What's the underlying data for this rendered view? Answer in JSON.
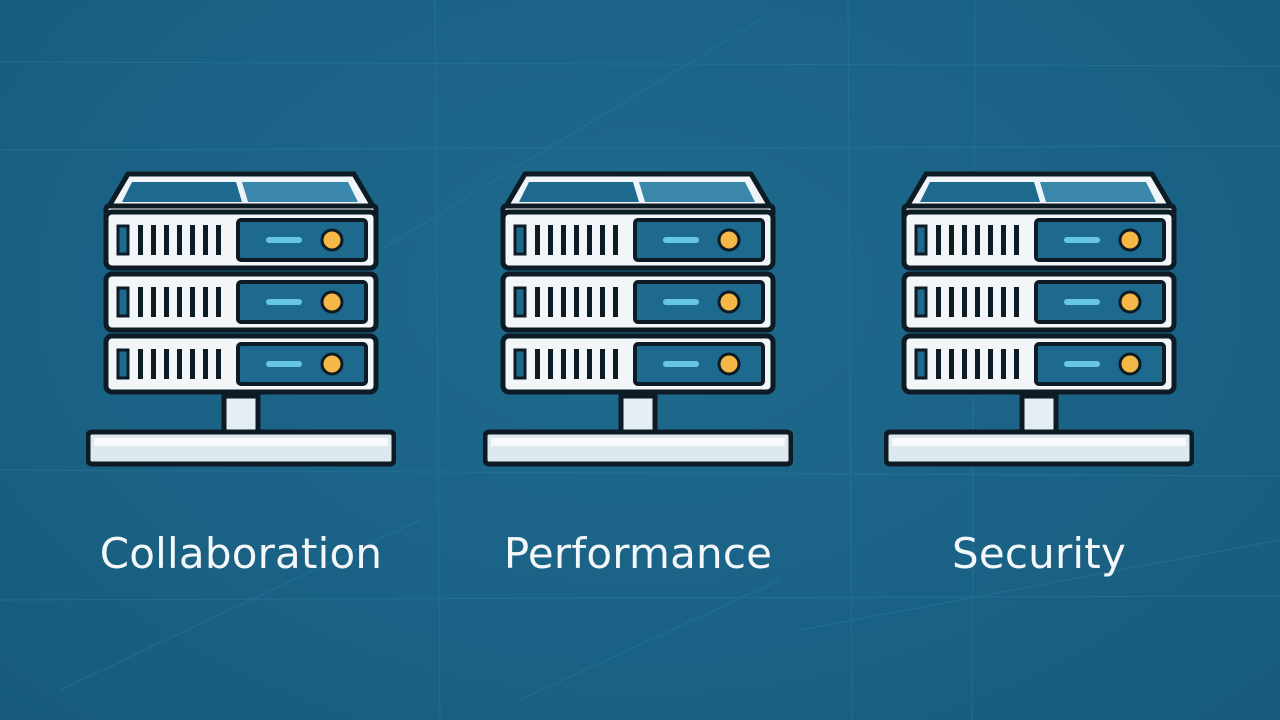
{
  "labels": {
    "collaboration": "Collaboration",
    "performance": "Performance",
    "security": "Security"
  },
  "icons": {
    "server": "server-rack-icon"
  },
  "colors": {
    "background": "#1b6487",
    "panel": "#ffffff",
    "outline": "#0d1b24",
    "screen": "#1e6a8f",
    "led_bar": "#67c6e6",
    "led_dot": "#f5b746",
    "base": "#dde9ef"
  }
}
